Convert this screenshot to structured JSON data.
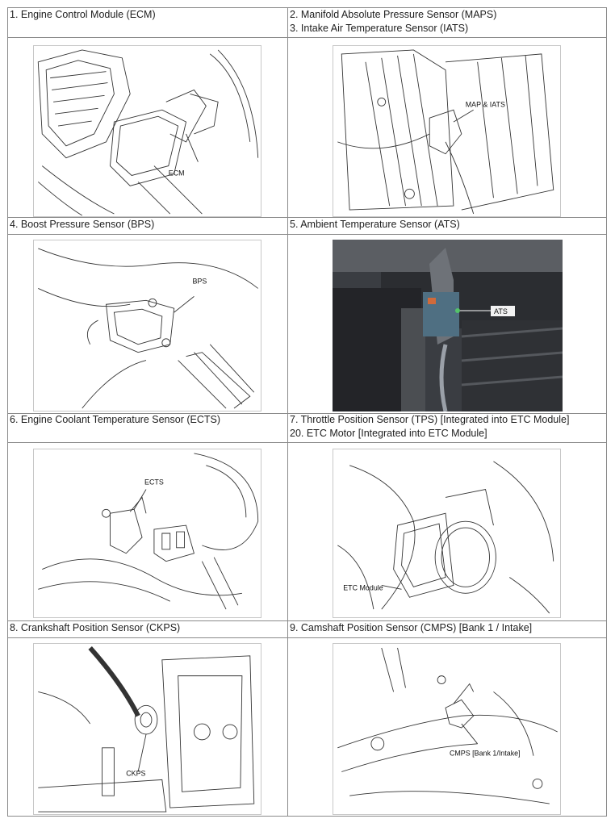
{
  "cells": [
    {
      "lines": [
        "1. Engine Control Module (ECM)"
      ],
      "callout": "ECM"
    },
    {
      "lines": [
        "2. Manifold Absolute Pressure Sensor (MAPS)",
        "3. Intake Air Temperature Sensor (IATS)"
      ],
      "callout": "MAP & IATS"
    },
    {
      "lines": [
        "4. Boost Pressure Sensor (BPS)"
      ],
      "callout": "BPS"
    },
    {
      "lines": [
        "5. Ambient Temperature Sensor (ATS)"
      ],
      "callout": "ATS"
    },
    {
      "lines": [
        "6. Engine Coolant Temperature Sensor (ECTS)"
      ],
      "callout": "ECTS"
    },
    {
      "lines": [
        "7. Throttle Position Sensor (TPS) [Integrated into ETC Module]",
        "20. ETC Motor [Integrated into ETC Module]"
      ],
      "callout": "ETC Module"
    },
    {
      "lines": [
        "8. Crankshaft Position Sensor (CKPS)"
      ],
      "callout": "CKPS"
    },
    {
      "lines": [
        "9. Camshaft Position Sensor (CMPS) [Bank 1 / Intake]"
      ],
      "callout": "CMPS [Bank 1/Intake]"
    }
  ]
}
